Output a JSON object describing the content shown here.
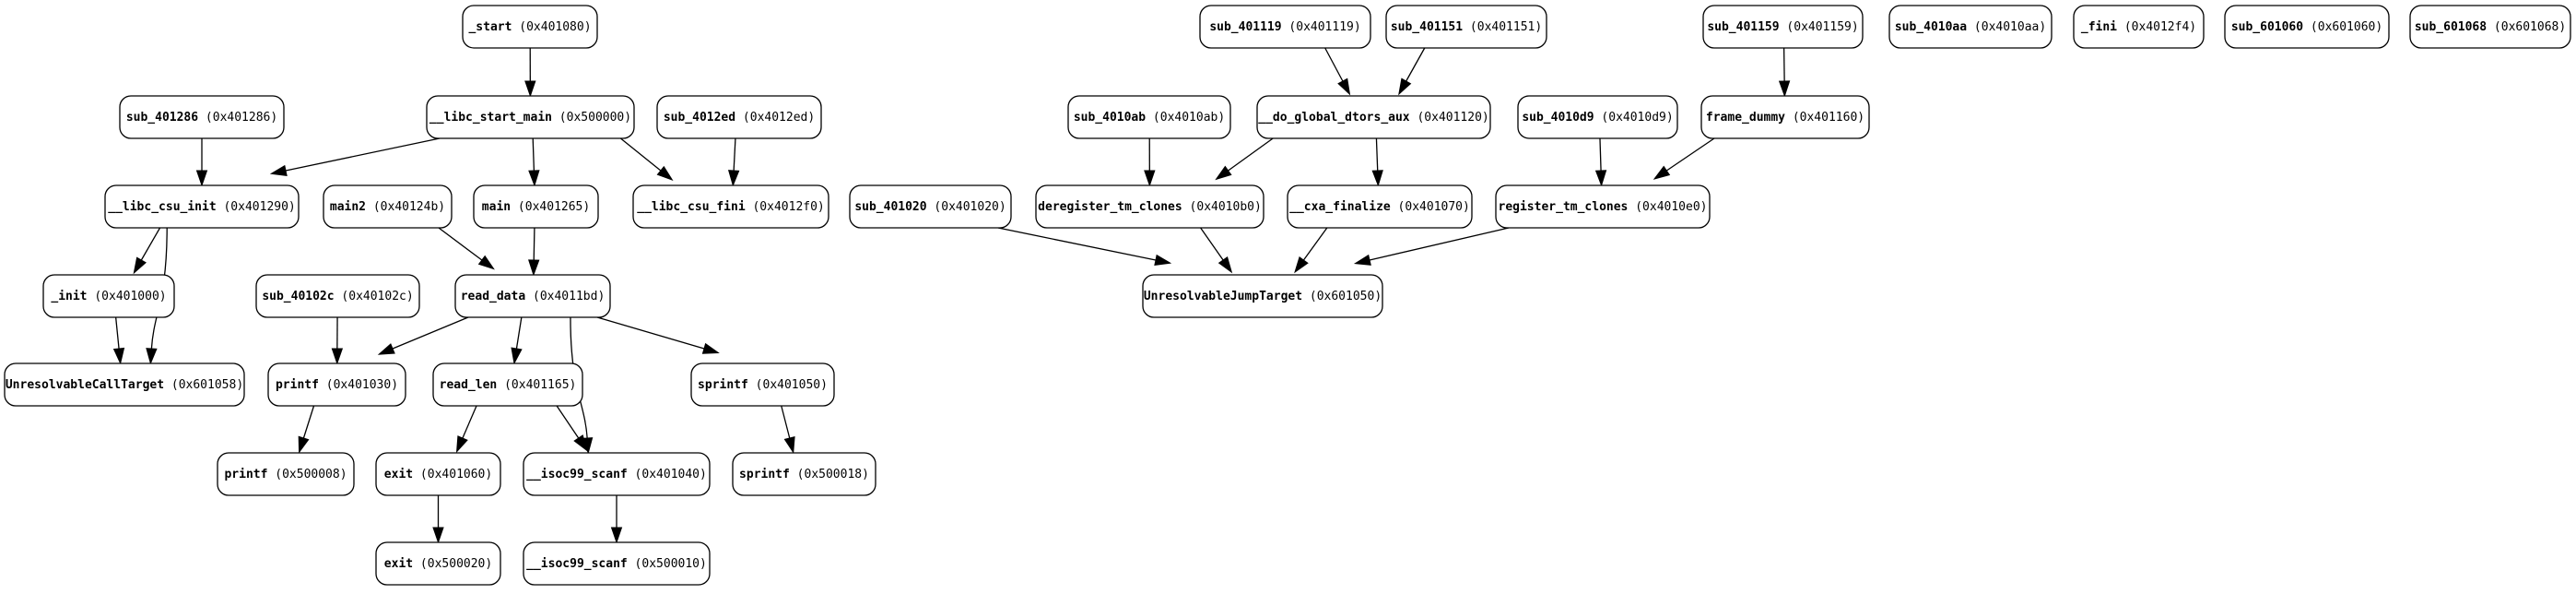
{
  "nodes": [
    {
      "id": "start",
      "name": "_start",
      "addr": "(0x401080)"
    },
    {
      "id": "sub_401286",
      "name": "sub_401286",
      "addr": "(0x401286)"
    },
    {
      "id": "libc_start_main",
      "name": "__libc_start_main",
      "addr": "(0x500000)"
    },
    {
      "id": "sub_4012ed",
      "name": "sub_4012ed",
      "addr": "(0x4012ed)"
    },
    {
      "id": "libc_csu_init",
      "name": "__libc_csu_init",
      "addr": "(0x401290)"
    },
    {
      "id": "main2",
      "name": "main2",
      "addr": "(0x40124b)"
    },
    {
      "id": "main",
      "name": "main",
      "addr": "(0x401265)"
    },
    {
      "id": "libc_csu_fini",
      "name": "__libc_csu_fini",
      "addr": "(0x4012f0)"
    },
    {
      "id": "init",
      "name": "_init",
      "addr": "(0x401000)"
    },
    {
      "id": "sub_40102c",
      "name": "sub_40102c",
      "addr": "(0x40102c)"
    },
    {
      "id": "read_data",
      "name": "read_data",
      "addr": "(0x4011bd)"
    },
    {
      "id": "unres_call",
      "name": "UnresolvableCallTarget",
      "addr": "(0x601058)"
    },
    {
      "id": "printf_a",
      "name": "printf",
      "addr": "(0x401030)"
    },
    {
      "id": "read_len",
      "name": "read_len",
      "addr": "(0x401165)"
    },
    {
      "id": "sprintf_a",
      "name": "sprintf",
      "addr": "(0x401050)"
    },
    {
      "id": "printf_b",
      "name": "printf",
      "addr": "(0x500008)"
    },
    {
      "id": "exit_a",
      "name": "exit",
      "addr": "(0x401060)"
    },
    {
      "id": "isoc99_a",
      "name": "__isoc99_scanf",
      "addr": "(0x401040)"
    },
    {
      "id": "sprintf_b",
      "name": "sprintf",
      "addr": "(0x500018)"
    },
    {
      "id": "exit_b",
      "name": "exit",
      "addr": "(0x500020)"
    },
    {
      "id": "isoc99_b",
      "name": "__isoc99_scanf",
      "addr": "(0x500010)"
    },
    {
      "id": "sub_401119",
      "name": "sub_401119",
      "addr": "(0x401119)"
    },
    {
      "id": "sub_401151",
      "name": "sub_401151",
      "addr": "(0x401151)"
    },
    {
      "id": "sub_401159",
      "name": "sub_401159",
      "addr": "(0x401159)"
    },
    {
      "id": "sub_4010aa",
      "name": "sub_4010aa",
      "addr": "(0x4010aa)"
    },
    {
      "id": "fini",
      "name": "_fini",
      "addr": "(0x4012f4)"
    },
    {
      "id": "sub_601060",
      "name": "sub_601060",
      "addr": "(0x601060)"
    },
    {
      "id": "sub_601068",
      "name": "sub_601068",
      "addr": "(0x601068)"
    },
    {
      "id": "sub_4010ab",
      "name": "sub_4010ab",
      "addr": "(0x4010ab)"
    },
    {
      "id": "do_global_dtors_aux",
      "name": "__do_global_dtors_aux",
      "addr": "(0x401120)"
    },
    {
      "id": "sub_4010d9",
      "name": "sub_4010d9",
      "addr": "(0x4010d9)"
    },
    {
      "id": "frame_dummy",
      "name": "frame_dummy",
      "addr": "(0x401160)"
    },
    {
      "id": "sub_401020",
      "name": "sub_401020",
      "addr": "(0x401020)"
    },
    {
      "id": "deregister_tm_clones",
      "name": "deregister_tm_clones",
      "addr": "(0x4010b0)"
    },
    {
      "id": "cxa_finalize",
      "name": "__cxa_finalize",
      "addr": "(0x401070)"
    },
    {
      "id": "register_tm_clones",
      "name": "register_tm_clones",
      "addr": "(0x4010e0)"
    },
    {
      "id": "unres_jump",
      "name": "UnresolvableJumpTarget",
      "addr": "(0x601050)"
    }
  ],
  "edges": [
    [
      "start",
      "libc_start_main"
    ],
    [
      "sub_401286",
      "libc_csu_init"
    ],
    [
      "libc_start_main",
      "libc_csu_init"
    ],
    [
      "libc_start_main",
      "main"
    ],
    [
      "libc_start_main",
      "libc_csu_fini"
    ],
    [
      "sub_4012ed",
      "libc_csu_fini"
    ],
    [
      "libc_csu_init",
      "init"
    ],
    [
      "libc_csu_init",
      "unres_call"
    ],
    [
      "init",
      "unres_call"
    ],
    [
      "main2",
      "read_data"
    ],
    [
      "main",
      "read_data"
    ],
    [
      "sub_40102c",
      "printf_a"
    ],
    [
      "read_data",
      "printf_a"
    ],
    [
      "read_data",
      "read_len"
    ],
    [
      "read_data",
      "isoc99_a"
    ],
    [
      "read_data",
      "sprintf_a"
    ],
    [
      "printf_a",
      "printf_b"
    ],
    [
      "read_len",
      "exit_a"
    ],
    [
      "read_len",
      "isoc99_a"
    ],
    [
      "sprintf_a",
      "sprintf_b"
    ],
    [
      "exit_a",
      "exit_b"
    ],
    [
      "isoc99_a",
      "isoc99_b"
    ],
    [
      "sub_401119",
      "do_global_dtors_aux"
    ],
    [
      "sub_401151",
      "do_global_dtors_aux"
    ],
    [
      "sub_401159",
      "frame_dummy"
    ],
    [
      "sub_4010ab",
      "deregister_tm_clones"
    ],
    [
      "do_global_dtors_aux",
      "deregister_tm_clones"
    ],
    [
      "do_global_dtors_aux",
      "cxa_finalize"
    ],
    [
      "sub_4010d9",
      "register_tm_clones"
    ],
    [
      "frame_dummy",
      "register_tm_clones"
    ],
    [
      "sub_401020",
      "unres_jump"
    ],
    [
      "deregister_tm_clones",
      "unres_jump"
    ],
    [
      "cxa_finalize",
      "unres_jump"
    ],
    [
      "register_tm_clones",
      "unres_jump"
    ]
  ]
}
